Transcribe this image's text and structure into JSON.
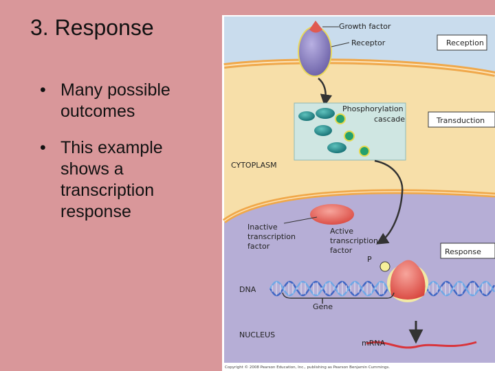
{
  "slide": {
    "title": "3. Response",
    "bullets": [
      {
        "line1": "Many possible",
        "line2": "outcomes"
      },
      {
        "line1": "This example",
        "line2": "shows a",
        "line3": "transcription",
        "line4": "response"
      }
    ]
  },
  "diagram": {
    "growth_factor": "Growth factor",
    "receptor": "Receptor",
    "phospho_1": "Phosphorylation",
    "phospho_2": "cascade",
    "cytoplasm": "CYTOPLASM",
    "inactive_1": "Inactive",
    "inactive_2": "transcription",
    "inactive_3": "factor",
    "active_1": "Active",
    "active_2": "transcription",
    "active_3": "factor",
    "p": "P",
    "dna": "DNA",
    "gene": "Gene",
    "nucleus": "NUCLEUS",
    "mrna": "mRNA",
    "stage_reception": "Reception",
    "stage_transduction": "Transduction",
    "stage_response": "Response",
    "copyright": "Copyright © 2008 Pearson Education, Inc., publishing as Pearson Benjamin Cummings."
  },
  "colors": {
    "background": "#d9979a",
    "extracellular": "#c9dced",
    "cytoplasm": "#f7dfa9",
    "membrane": "#f0a84a",
    "nucleus": "#b6aed6",
    "receptor": "#7f75b8",
    "cascade_box": "#cfe6e2",
    "kinase": "#1f8d8f",
    "transcription_factor": "#e55b55",
    "mrna": "#d9343b"
  }
}
